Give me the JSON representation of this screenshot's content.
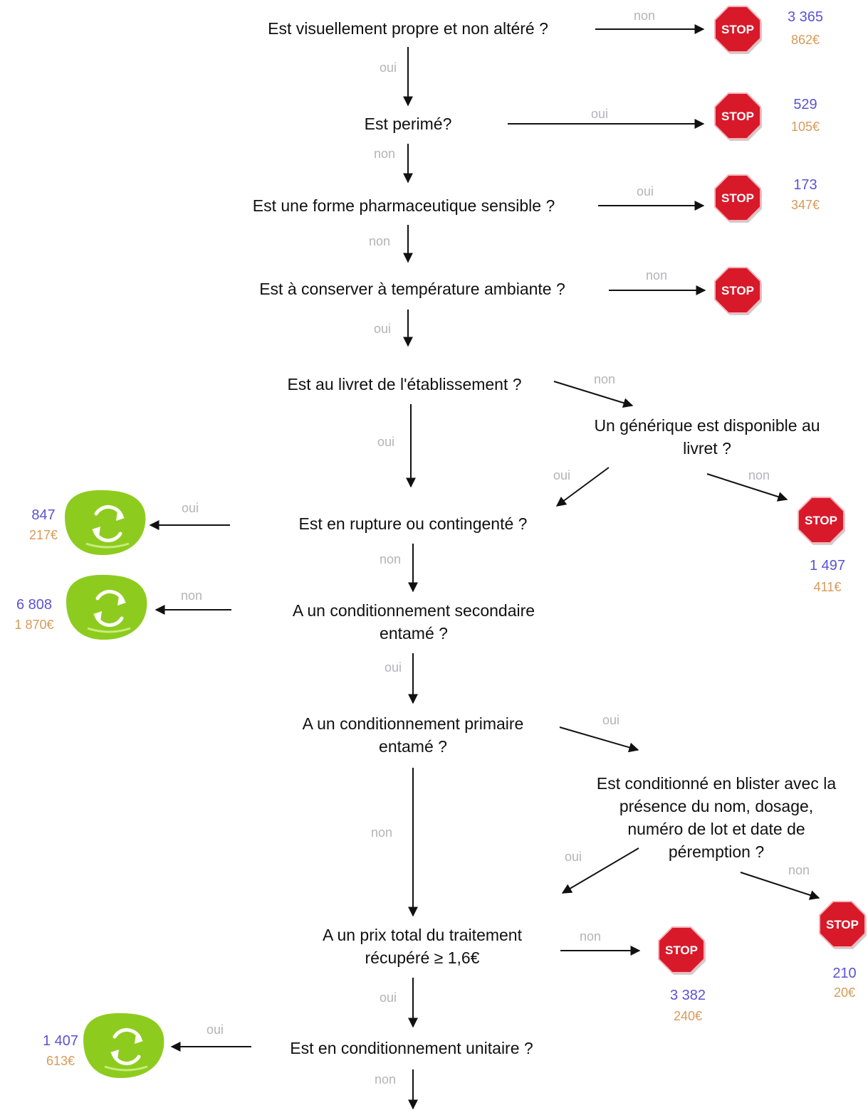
{
  "questions": {
    "q1": "Est visuellement propre et non altéré ?",
    "q2": "Est perimé?",
    "q3": "Est une forme pharmaceutique sensible ?",
    "q4": "Est à conserver à température ambiante ?",
    "q5": "Est au livret de l'établissement ?",
    "q5b_1": "Un générique est disponible au",
    "q5b_2": "livret ?",
    "q6": "Est en rupture ou contingenté ?",
    "q7_1": "A un conditionnement secondaire",
    "q7_2": "entamé ?",
    "q8_1": "A un conditionnement primaire",
    "q8_2": "entamé ?",
    "q8b_1": "Est conditionné en blister avec la",
    "q8b_2": "présence du nom, dosage,",
    "q8b_3": "numéro de lot et date de",
    "q8b_4": "péremption ?",
    "q9_1": "A un prix total du traitement",
    "q9_2": "récupéré ≥ 1,6€",
    "q10": "Est en conditionnement unitaire ?"
  },
  "edge_labels": {
    "oui": "oui",
    "non": "non"
  },
  "stop_sign_text": "STOP",
  "outcomes": {
    "stop_q1": {
      "count": "3 365",
      "cost": "862€"
    },
    "stop_q2": {
      "count": "529",
      "cost": "105€"
    },
    "stop_q3": {
      "count": "173",
      "cost": "347€"
    },
    "stop_q5b": {
      "count": "1 497",
      "cost": "411€"
    },
    "stop_q9": {
      "count": "3 382",
      "cost": "240€"
    },
    "stop_q8b": {
      "count": "210",
      "cost": "20€"
    },
    "recycle_q6": {
      "count": "847",
      "cost": "217€"
    },
    "recycle_q7": {
      "count": "6 808",
      "cost": "1 870€"
    },
    "recycle_q10": {
      "count": "1 407",
      "cost": "613€"
    }
  },
  "colors": {
    "stop_red": "#d8192a",
    "recycle_green": "#8dcc1f",
    "count_text": "#5a52d6",
    "cost_text": "#d89a5a",
    "edge_label_text": "#b4b4b8"
  },
  "icons": {
    "stop": "stop-sign-icon",
    "recycle": "recycle-arrows-icon"
  }
}
